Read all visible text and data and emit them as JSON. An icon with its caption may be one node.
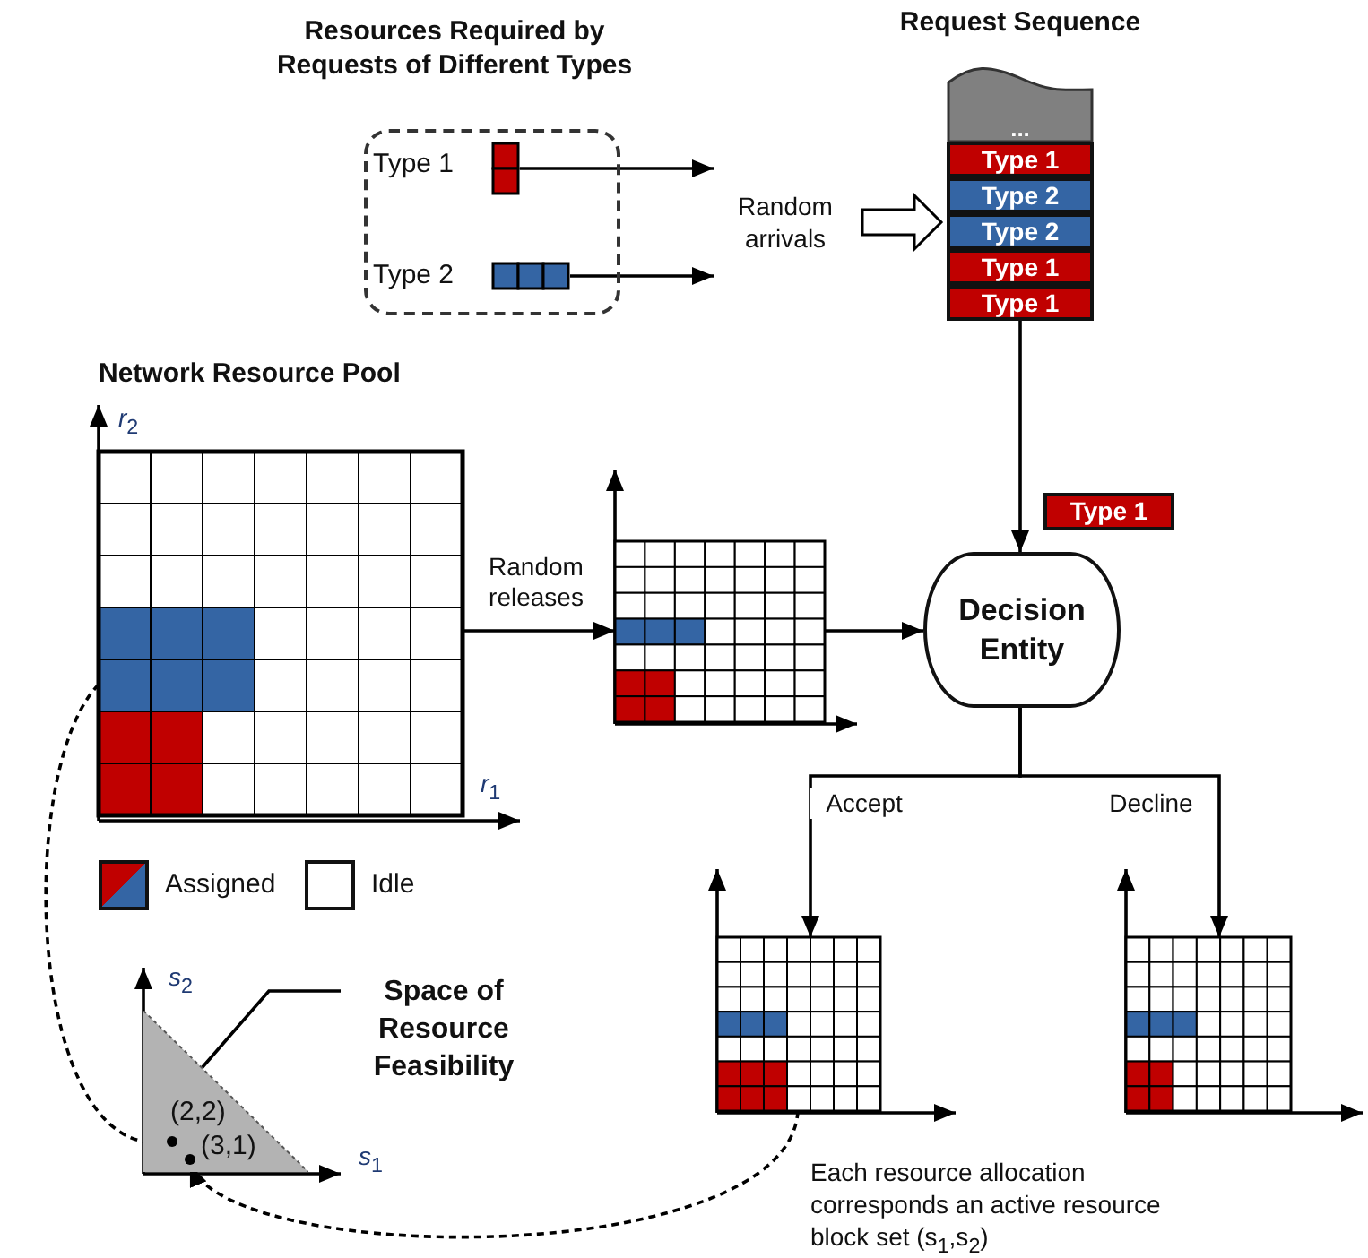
{
  "diagram": {
    "nodes": [
      {
        "text": [
          "Resources Required by Requests of Different Types"
        ]
      },
      {
        "text": [
          "Type 1"
        ],
        "in": 0
      },
      {
        "text": [
          "Type 2"
        ],
        "in": 0
      },
      {
        "text": [
          "Random arrivals"
        ]
      },
      {
        "text": [
          "Request Sequence"
        ]
      },
      {
        "text": [
          "..."
        ],
        "in": 4
      },
      {
        "text": [
          "Type 1"
        ],
        "in": 4
      },
      {
        "text": [
          "Type 2"
        ],
        "in": 4
      },
      {
        "text": [
          "Type 2"
        ],
        "in": 4
      },
      {
        "text": [
          "Type 1"
        ],
        "in": 4
      },
      {
        "text": [
          "Type 1"
        ],
        "in": 4
      },
      {
        "text": [
          "Network Resource Pool"
        ]
      },
      {
        "text": [],
        "shape": "picture"
      },
      {
        "text": [
          "Type 1"
        ]
      },
      {
        "text": [
          "Decision Entity"
        ]
      },
      {
        "text": [],
        "shape": "picture"
      },
      {
        "text": [],
        "shape": "picture"
      },
      {
        "text": [],
        "shape": "picture"
      },
      {
        "text": [
          "Space of Resource Feasibility"
        ]
      },
      {
        "text": [],
        "shape": "circle",
        "in": 17,
        "beside": [
          "(2,2)"
        ]
      },
      {
        "text": [],
        "shape": "circle",
        "in": 17,
        "beside": [
          "(3,1)"
        ]
      }
    ],
    "edges": [
      {
        "from": 1,
        "to": 3,
        "arrow": "to"
      },
      {
        "from": 2,
        "to": 3,
        "arrow": "to"
      },
      {
        "from": 3,
        "to": 4,
        "arrow": "to"
      },
      {
        "from": 4,
        "to": 14,
        "arrow": "to"
      },
      {
        "from": 11,
        "to": 12,
        "arrow": "to",
        "label": "Random releases"
      },
      {
        "from": 12,
        "to": 14,
        "arrow": "to"
      },
      {
        "from": 14,
        "to": 15,
        "arrow": "to",
        "label": "Accept"
      },
      {
        "from": 14,
        "to": 16,
        "arrow": "to",
        "label": "Decline"
      },
      {
        "from": 18,
        "to": 17,
        "arrow": "none"
      },
      {
        "from": 11,
        "to": 19,
        "arrow": "to",
        "style": "dashed"
      },
      {
        "from": 15,
        "to": 20,
        "arrow": "to",
        "style": "dashed"
      }
    ],
    "labels": [
      "*r*$_{2}$",
      "*r*$_{1}$",
      "*s*$_{2}$",
      "*s*$_{1}$",
      "Each resource allocation corresponds an active resource block set (s$_{1}$,s$_{2}$)"
    ],
    "legend": [
      {
        "text": "Assigned"
      },
      {
        "text": "Idle",
        "color": "#ffffff"
      }
    ]
  }
}
